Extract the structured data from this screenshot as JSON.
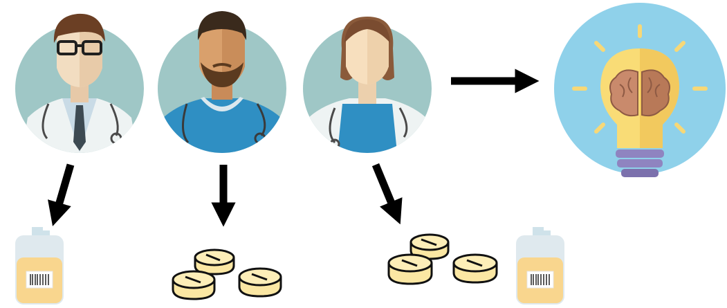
{
  "diagram": {
    "people": [
      {
        "role": "doctor",
        "icon": "doctor-male-icon",
        "skin": "#f2ddc1",
        "hair": "#6b3f24"
      },
      {
        "role": "nurse",
        "icon": "nurse-male-icon",
        "skin": "#d9a06c",
        "hair": "#5b3a1f"
      },
      {
        "role": "nurse",
        "icon": "nurse-female-icon",
        "skin": "#f7dfbe",
        "hair": "#8a5a3a"
      }
    ],
    "outcome_icon": "lightbulb-brain-icon",
    "medication": [
      {
        "type": "iv-bag",
        "icon": "iv-bag-icon"
      },
      {
        "type": "pills",
        "count": 3,
        "icon": "pills-icon"
      },
      {
        "type": "pills",
        "count": 3,
        "icon": "pills-icon"
      },
      {
        "type": "iv-bag",
        "icon": "iv-bag-icon"
      }
    ],
    "colors": {
      "avatar_bg": "#9fc7c6",
      "scrubs": "#2f8fc3",
      "coat": "#eef3f3",
      "bulb_bg": "#8fd1ea",
      "bulb": "#f9dc76",
      "brain": "#c98a6c",
      "bulb_base": "#8f84c0",
      "pill": "#fbe7a3",
      "iv_fluid": "#f9d68e",
      "arrow": "#000000"
    }
  }
}
